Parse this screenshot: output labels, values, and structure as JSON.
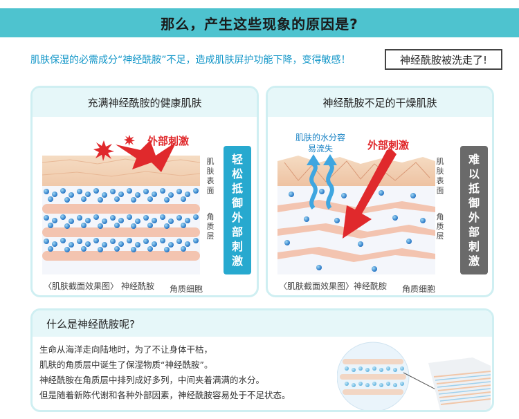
{
  "header": {
    "title": "那么，产生这些现象的原因是?"
  },
  "intro": {
    "text": "肌肤保湿的必需成分“神经酰胺”不足，造成肌肤屏护功能下降，变得敏感！",
    "highlight": "神经酰胺被洗走了!"
  },
  "left_panel": {
    "title": "充满神经酰胺的健康肌肤",
    "stimulus_label": "外部刺激",
    "banner_chars": [
      "轻",
      "松",
      "抵",
      "御",
      "外",
      "部",
      "刺",
      "激"
    ],
    "surface_label": "肌肤表面",
    "layer_label": "角质层",
    "caption": "〈肌肤截面效果图〉",
    "ceramide_label": "神经酰胺",
    "cell_label": "角质细胞"
  },
  "right_panel": {
    "title": "神经酰胺不足的干燥肌肤",
    "water_label": "肌肤的水分容易流失",
    "stimulus_label": "外部刺激",
    "banner_chars": [
      "难",
      "以",
      "抵",
      "御",
      "外",
      "部",
      "刺",
      "激"
    ],
    "surface_label": "肌肤表面",
    "layer_label": "角质层",
    "caption": "〈肌肤截面效果图〉",
    "ceramide_label": "神经酰胺",
    "cell_label": "角质细胞"
  },
  "bottom_panel": {
    "title": "什么是神经酰胺呢?",
    "lines": [
      "生命从海洋走向陆地时，为了不让身体干枯，",
      "肌肤的角质层中诞生了保湿物质“神经酰胺”。",
      "神经酰胺在角质层中排列成好多列，中间夹着满满的水分。",
      "但是随着新陈代谢和各种外部因素，神经酰胺容易处于不足状态。"
    ]
  },
  "colors": {
    "header_bg": "#4ec3cf",
    "accent_blue": "#1296c8",
    "stimulus_red": "#e0292c",
    "banner_blue": "#27a9cf",
    "banner_gray": "#6a6a6a",
    "panel_border": "#cfeff2"
  }
}
